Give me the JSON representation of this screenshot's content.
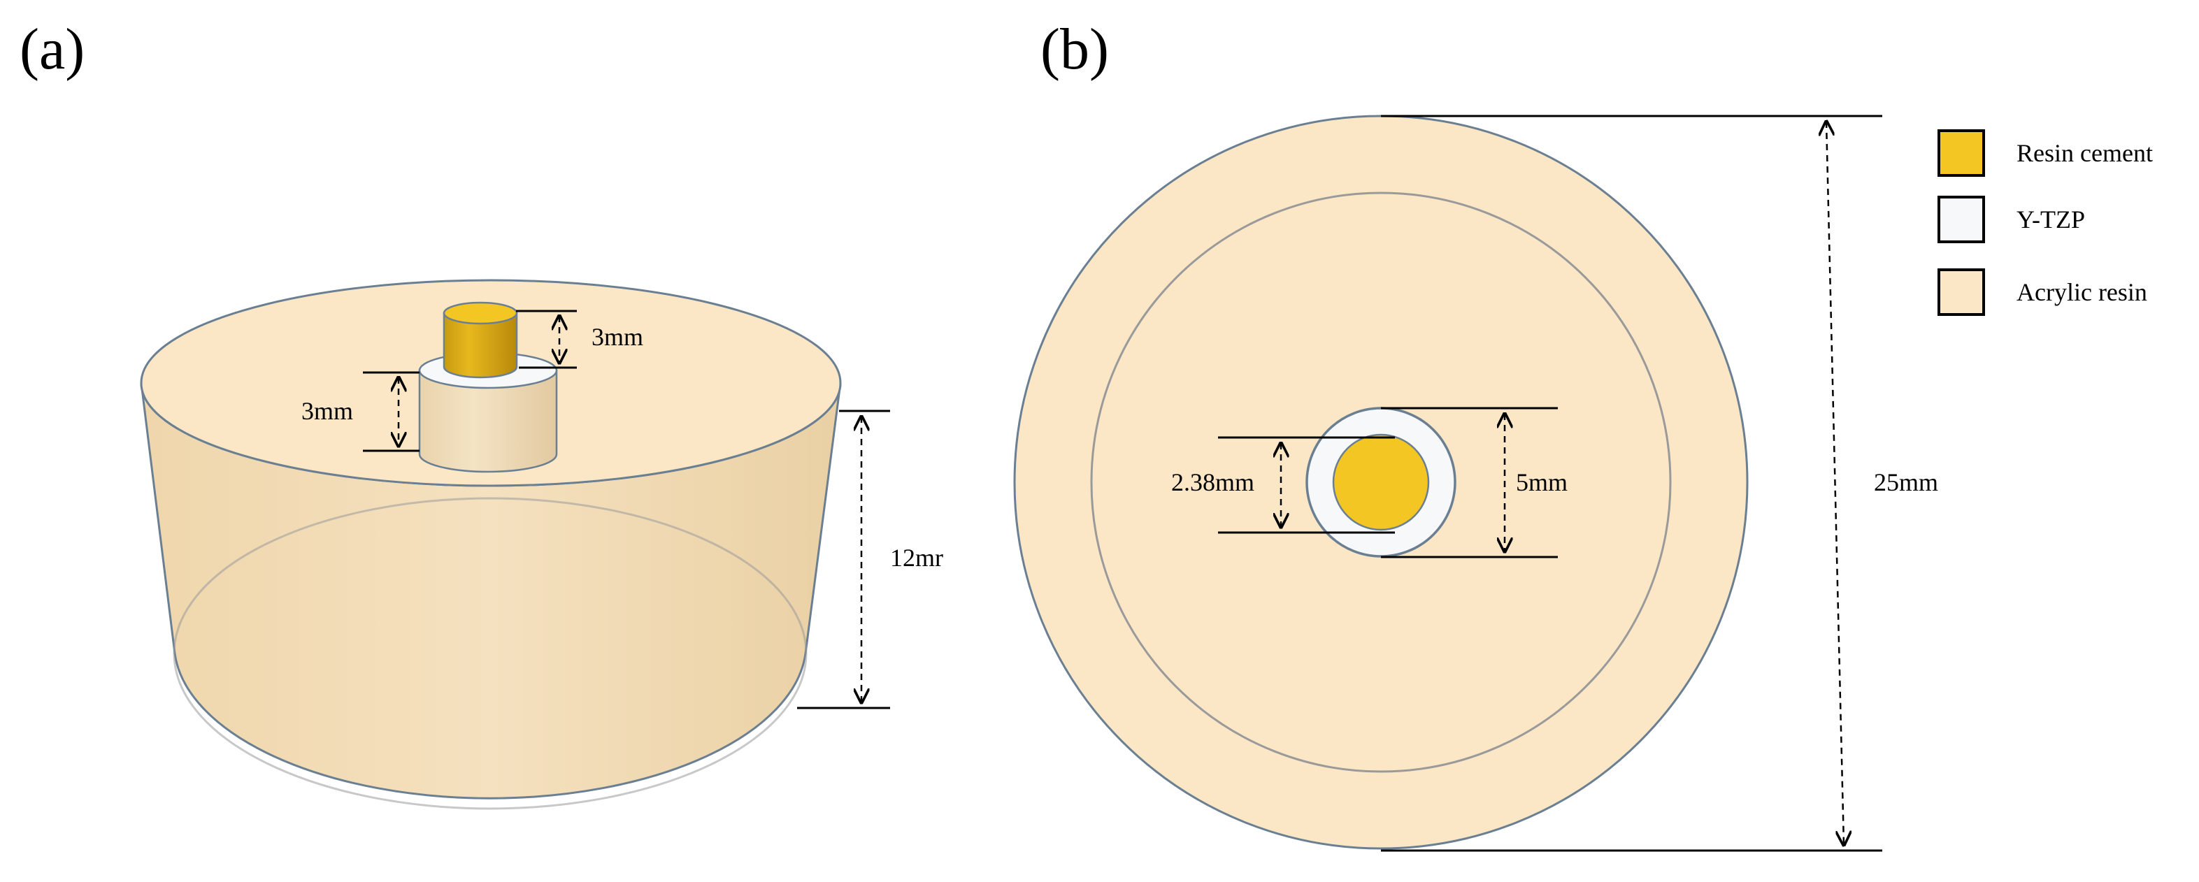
{
  "panels": {
    "a": {
      "label": "(a)",
      "dims": {
        "post_height": "3mm",
        "collar_height": "3mm",
        "block_height": "12mr"
      }
    },
    "b": {
      "label": "(b)",
      "dims": {
        "inner_diameter": "2.38mm",
        "collar_diameter": "5mm",
        "block_diameter": "25mm"
      }
    }
  },
  "legend": {
    "items": [
      {
        "label": "Resin cement",
        "color": "#F4C623"
      },
      {
        "label": "Y-TZP",
        "color": "#F7F8FA"
      },
      {
        "label": "Acrylic resin",
        "color": "#FBE7C6"
      }
    ]
  },
  "colors": {
    "resin_cement": "#F4C623",
    "ytzp": "#F7F8FA",
    "acrylic_resin": "#FBE7C6",
    "acrylic_side": "#F3DDB6",
    "outline": "#6A7F92"
  }
}
